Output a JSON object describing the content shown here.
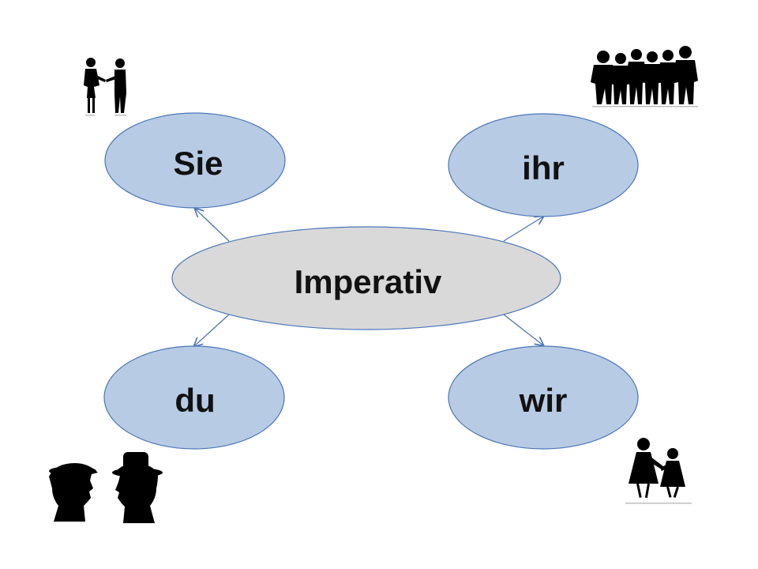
{
  "diagram": {
    "center": {
      "label": "Imperativ"
    },
    "nodes": {
      "sie": {
        "label": "Sie"
      },
      "ihr": {
        "label": "ihr"
      },
      "du": {
        "label": "du"
      },
      "wir": {
        "label": "wir"
      }
    }
  },
  "colors": {
    "center_fill": "#d9d9d9",
    "node_fill": "#b8cbe4",
    "stroke": "#4a76b8",
    "arrow": "#4a76b8",
    "text": "#111111",
    "silhouette": "#000000"
  },
  "icons": {
    "sie": "handshake-silhouette-icon",
    "ihr": "group-of-friends-silhouette-icon",
    "du": "couple-profile-silhouette-icon",
    "wir": "children-dancing-silhouette-icon"
  }
}
